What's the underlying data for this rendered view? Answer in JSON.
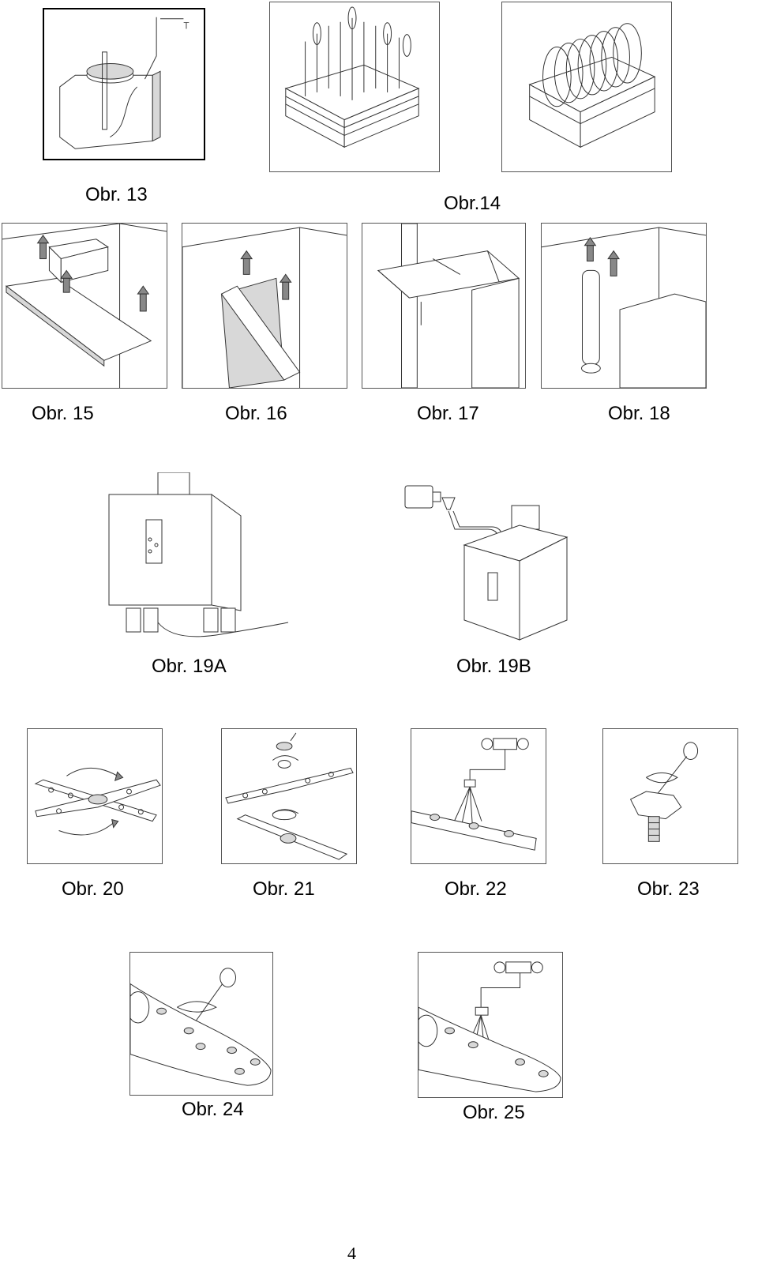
{
  "captions": {
    "c13": "Obr. 13",
    "c14": "Obr.14",
    "c15": "Obr. 15",
    "c16": "Obr. 16",
    "c17": "Obr. 17",
    "c18": "Obr. 18",
    "c19a": "Obr. 19A",
    "c19b": "Obr. 19B",
    "c20": "Obr. 20",
    "c21": "Obr. 21",
    "c22": "Obr. 22",
    "c23": "Obr. 23",
    "c24": "Obr. 24",
    "c25": "Obr. 25"
  },
  "page_number": "4",
  "figures": {
    "f13": "rinse-aid-container-filling-illustration",
    "f14a": "cutlery-basket-illustration",
    "f14b": "plate-rack-basket-illustration",
    "f15": "filter-removal-illustration",
    "f16": "filter-screen-removal-illustration",
    "f17": "wash-arm-frame-illustration",
    "f18": "overflow-pipe-removal-illustration",
    "f19a": "machine-connection-illustration",
    "f19b": "detergent-dosing-illustration",
    "f20": "rotating-wash-arms-illustration",
    "f21": "wash-arm-disassembly-illustration",
    "f22": "nozzle-cleaning-illustration",
    "f23": "nozzle-unscrew-illustration",
    "f24": "wash-arm-nozzle-unscrew-illustration",
    "f25": "wash-arm-nozzle-cleaning-illustration"
  }
}
